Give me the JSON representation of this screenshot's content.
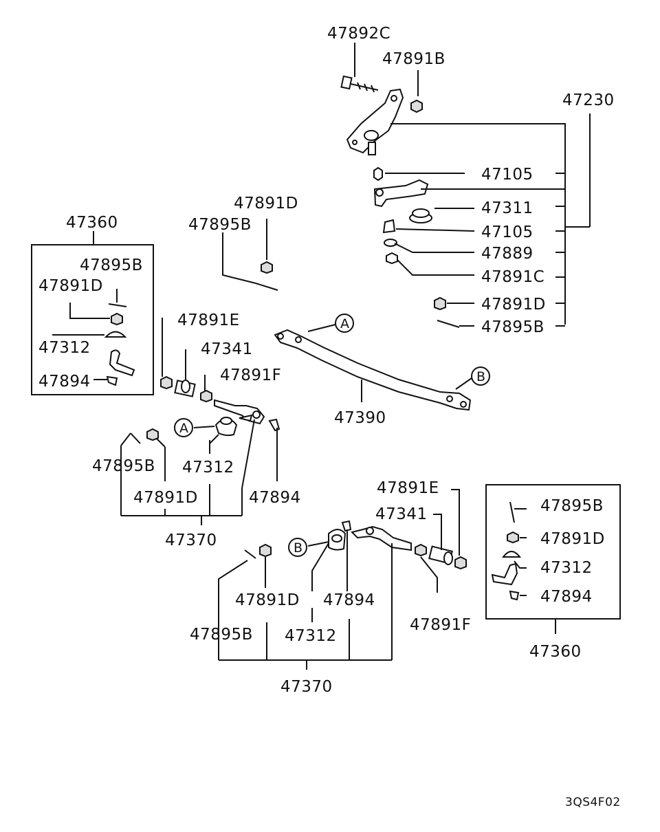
{
  "labels": {
    "p47892C": "47892C",
    "p47891B": "47891B",
    "p47230": "47230",
    "p47105_a": "47105",
    "p47311": "47311",
    "p47105_b": "47105",
    "p47889": "47889",
    "p47891C": "47891C",
    "p47891D_r": "47891D",
    "p47895B_r": "47895B",
    "p47891D_top": "47891D",
    "p47895B_top": "47895B",
    "p47360_l": "47360",
    "p47895B_l": "47895B",
    "p47891D_l": "47891D",
    "p47312_l": "47312",
    "p47894_l": "47894",
    "p47891E_l": "47891E",
    "p47341_l": "47341",
    "p47891F_l": "47891F",
    "p47390": "47390",
    "callA_top": "A",
    "callB_top": "B",
    "callA_mid": "A",
    "p47895B_ml": "47895B",
    "p47312_ml": "47312",
    "p47891D_ml": "47891D",
    "p47894_ml": "47894",
    "p47370_l": "47370",
    "p47891E_r": "47891E",
    "p47341_r": "47341",
    "callB_mid": "B",
    "p47891D_mr": "47891D",
    "p47894_mr": "47894",
    "p47891F_r": "47891F",
    "p47895B_mr": "47895B",
    "p47312_mr": "47312",
    "p47370_r": "47370",
    "p47360_r": "47360",
    "p47895B_rb": "47895B",
    "p47891D_rb": "47891D",
    "p47312_rb": "47312",
    "p47894_rb": "47894",
    "code": "3QS4F02"
  }
}
